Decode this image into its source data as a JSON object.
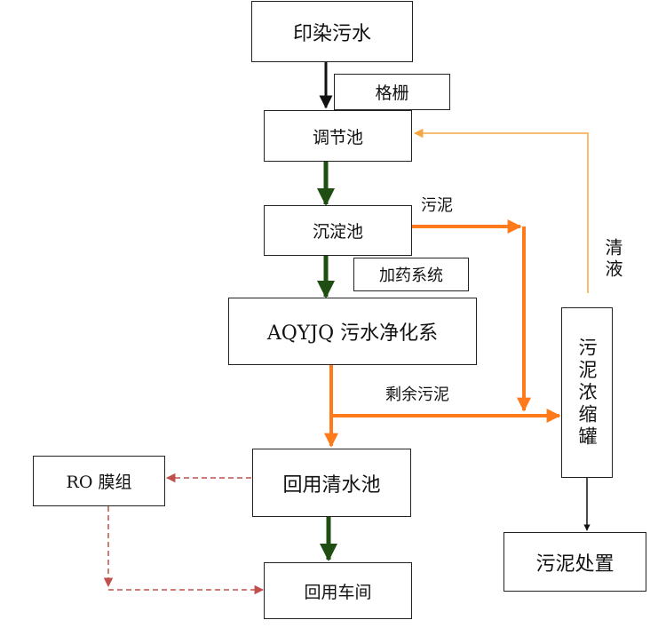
{
  "nodes": {
    "wastewater": "印染污水",
    "grille": "格栅",
    "regulating_tank": "调节池",
    "sedimentation_tank": "沉淀池",
    "dosing_system": "加药系统",
    "purification_system": "AQYJQ 污水净化系",
    "reuse_water_tank": "回用清水池",
    "ro_module": "RO 膜组",
    "reuse_workshop": "回用车间",
    "sludge_thickener": "污泥浓缩罐",
    "sludge_disposal": "污泥处置"
  },
  "labels": {
    "sludge": "污泥",
    "residual_sludge": "剩余污泥",
    "clear_liquid": "清液"
  },
  "colors": {
    "black_arrow": "#111111",
    "green_arrow": "#1f4d12",
    "orange_flow": "#ff7a1a",
    "light_orange_flow": "#f6a540",
    "red_dashed": "#c0504d"
  }
}
